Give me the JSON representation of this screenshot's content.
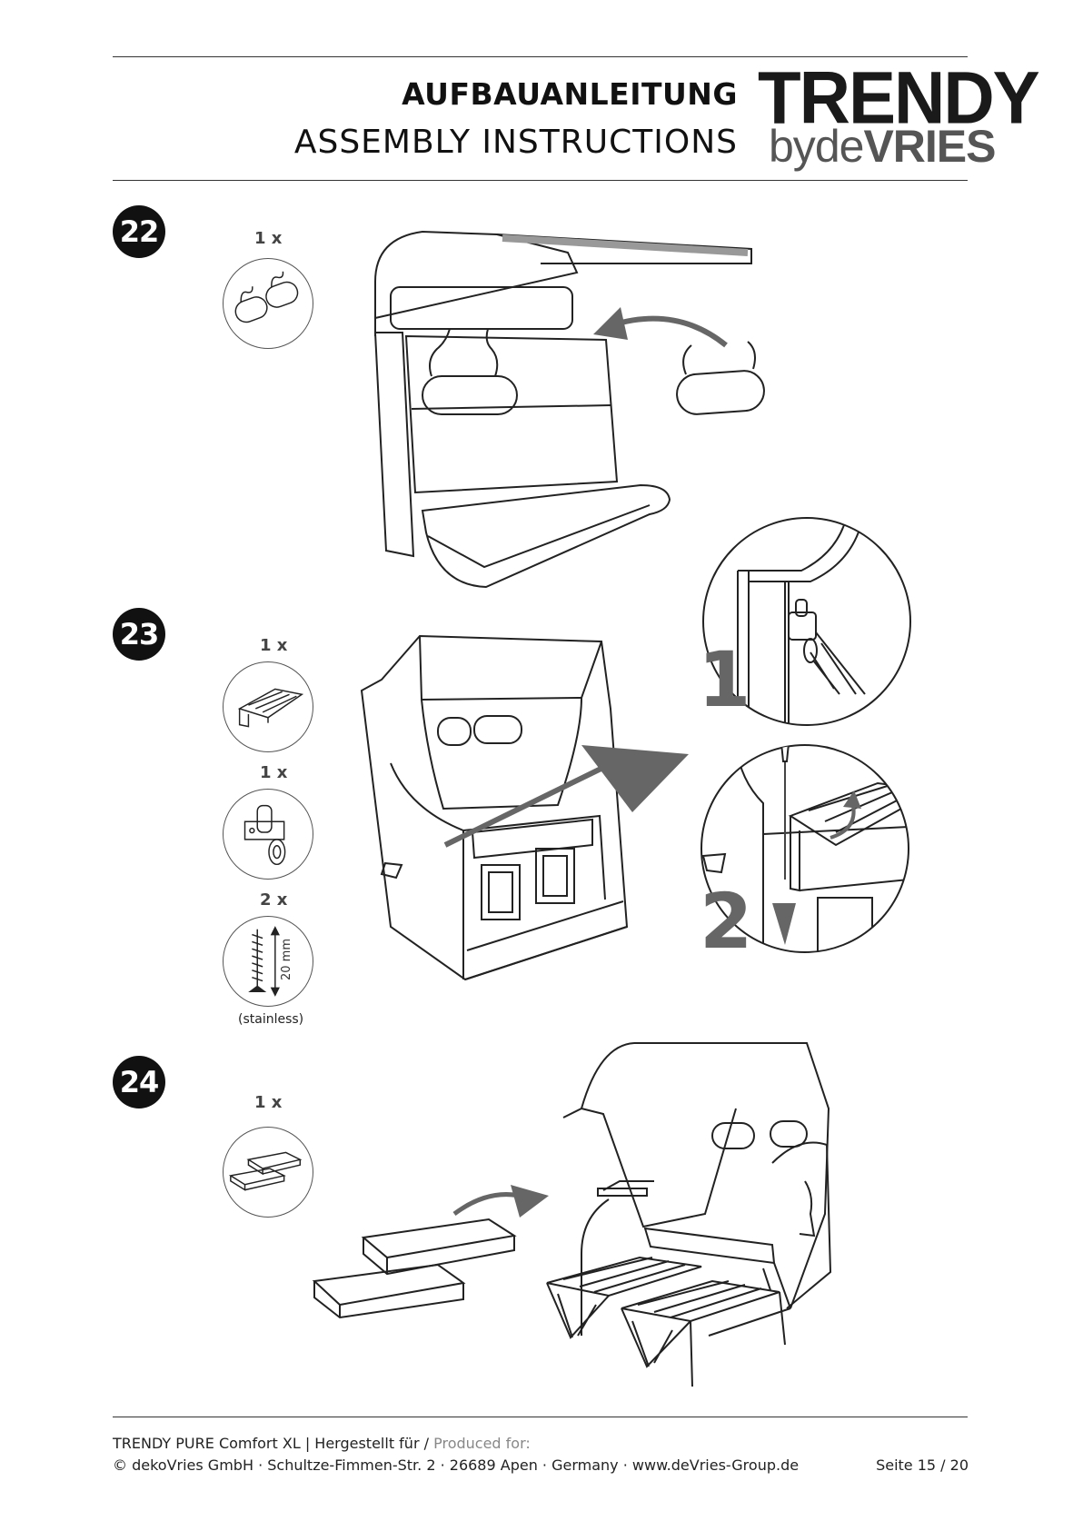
{
  "header": {
    "title_de": "AUFBAUANLEITUNG",
    "title_en": "ASSEMBLY INSTRUCTIONS",
    "logo_line1": "TRENDY",
    "logo_by": "by",
    "logo_de": "de",
    "logo_vries": "VRIES"
  },
  "steps": [
    {
      "number": "22",
      "parts": [
        {
          "qty": "1 x",
          "icon": "headrest-cushions-icon"
        }
      ]
    },
    {
      "number": "23",
      "parts": [
        {
          "qty": "1 x",
          "icon": "side-table-icon"
        },
        {
          "qty": "1 x",
          "icon": "hinge-bracket-icon"
        },
        {
          "qty": "2 x",
          "icon": "screw-icon",
          "dimension": "20 mm",
          "note": "(stainless)"
        }
      ],
      "callouts": [
        "1",
        "2"
      ]
    },
    {
      "number": "24",
      "parts": [
        {
          "qty": "1 x",
          "icon": "footrest-cushions-icon"
        }
      ]
    }
  ],
  "footer": {
    "product": "TRENDY PURE Comfort XL",
    "separator": " | ",
    "made_for_de": "Hergestellt für /",
    "made_for_en": "Produced for:",
    "address": "© dekoVries GmbH · Schultze-Fimmen-Str. 2 · 26689 Apen · Germany · www.deVries-Group.de",
    "page": "Seite 15 / 20"
  },
  "colors": {
    "ink": "#1a1a1a",
    "arrow": "#666666",
    "grey_text": "#888888"
  }
}
